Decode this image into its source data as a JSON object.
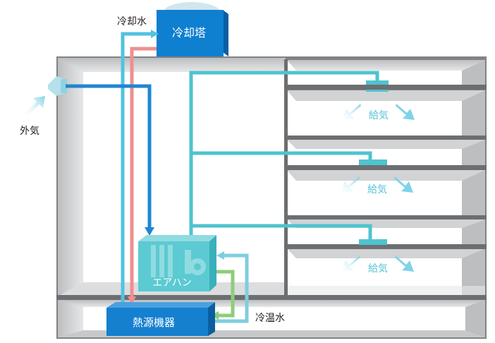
{
  "labels": {
    "cooling_tower": "冷却塔",
    "cooling_water": "冷却水",
    "outside_air": "外気",
    "supply_air_1": "給気",
    "supply_air_2": "給気",
    "supply_air_3": "給気",
    "air_handler": "エアハン",
    "heat_source": "熱源機器",
    "chilled_hot_water": "冷温水"
  },
  "colors": {
    "building_frame": "#808285",
    "building_inner": "#d1d3d4",
    "floor_slab": "#6d6e71",
    "duct_cyan": "#4fc3cf",
    "supply_arrow": "#7fd3e6",
    "outside_air_pipe": "#1f86d1",
    "cooling_water_blue": "#52c2e0",
    "cooling_water_red": "#ef8f8f",
    "chilled_water_green": "#8dcd7a",
    "chilled_water_blue": "#7fcde0",
    "cooling_tower_box": "#0f7fd0",
    "cooling_tower_fan": "#cfe7ee",
    "heat_source_box": "#1580cf",
    "air_handler_box": "#5ccad2"
  }
}
